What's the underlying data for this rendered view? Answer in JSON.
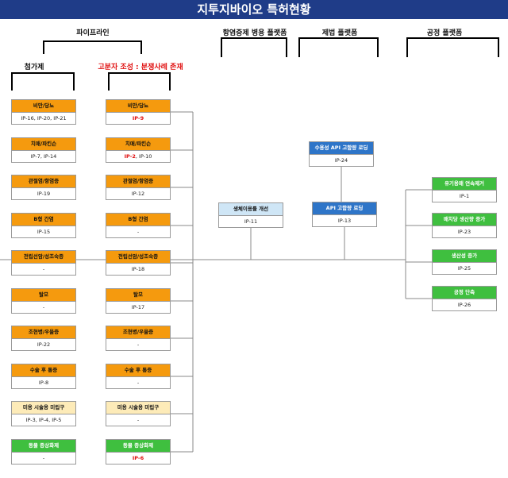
{
  "title": "지투지바이오 특허현황",
  "headers": {
    "pipeline": "파이프라인",
    "additive": "첨가제",
    "polymer": "고분자 조성 : 분쟁사례 존재",
    "antiinflam": "항염증제 병용 플랫폼",
    "formulation": "제법 플랫폼",
    "process": "공정 플랫폼"
  },
  "additive_nodes": [
    {
      "title": "비만/당뇨",
      "value": "IP-16, IP-20, IP-21",
      "color": "orange",
      "red": false
    },
    {
      "title": "치매/파킨슨",
      "value": "IP-7, IP-14",
      "color": "orange",
      "red": false
    },
    {
      "title": "관절염/항염증",
      "value": "IP-19",
      "color": "orange",
      "red": false
    },
    {
      "title": "B형 간염",
      "value": "IP-15",
      "color": "orange",
      "red": false
    },
    {
      "title": "전립선암/성조숙증",
      "value": "-",
      "color": "orange",
      "red": false
    },
    {
      "title": "탈모",
      "value": "-",
      "color": "orange",
      "red": false
    },
    {
      "title": "조현병/우울증",
      "value": "IP-22",
      "color": "orange",
      "red": false
    },
    {
      "title": "수술 후 통증",
      "value": "IP-8",
      "color": "orange",
      "red": false
    },
    {
      "title": "미용 시술용 미립구",
      "value": "IP-3, IP-4, IP-5",
      "color": "cream",
      "red": false
    },
    {
      "title": "동물 증상화제",
      "value": "-",
      "color": "green",
      "red": false
    }
  ],
  "polymer_nodes": [
    {
      "title": "비만/당뇨",
      "value": "IP-9",
      "color": "orange",
      "red": true
    },
    {
      "title": "치매/파킨슨",
      "value": "IP-2, IP-10",
      "color": "orange",
      "red": false,
      "red_part": "IP-2",
      "rest_part": ", IP-10"
    },
    {
      "title": "관절염/항염증",
      "value": "IP-12",
      "color": "orange",
      "red": false
    },
    {
      "title": "B형 간염",
      "value": "-",
      "color": "orange",
      "red": false
    },
    {
      "title": "전립선암/성조숙증",
      "value": "IP-18",
      "color": "orange",
      "red": false
    },
    {
      "title": "탈모",
      "value": "IP-17",
      "color": "orange",
      "red": false
    },
    {
      "title": "조현병/우울증",
      "value": "-",
      "color": "orange",
      "red": false
    },
    {
      "title": "수술 후 통증",
      "value": "-",
      "color": "orange",
      "red": false
    },
    {
      "title": "미용 시술용 미립구",
      "value": "-",
      "color": "cream",
      "red": false
    },
    {
      "title": "동물 증상화제",
      "value": "IP-6",
      "color": "green",
      "red": true
    }
  ],
  "antiinflam_node": {
    "title": "생체이용률 개선",
    "value": "IP-11",
    "color": "lightblue"
  },
  "formulation_nodes": [
    {
      "title": "수용성 API 고함량 로딩",
      "value": "IP-24",
      "color": "blue"
    },
    {
      "title": "API 고함량 로딩",
      "value": "IP-13",
      "color": "blue"
    }
  ],
  "process_nodes": [
    {
      "title": "유기용매 연속제거",
      "value": "IP-1",
      "color": "green"
    },
    {
      "title": "배치당 생산량 증가",
      "value": "IP-23",
      "color": "green"
    },
    {
      "title": "생산성 증가",
      "value": "IP-25",
      "color": "green"
    },
    {
      "title": "공정 단축",
      "value": "IP-26",
      "color": "green"
    }
  ],
  "colors": {
    "title_bar": "#1f3c88",
    "orange": "#f59a0e",
    "cream": "#fdebb8",
    "green": "#3fbf3f",
    "lightblue": "#cfe6f6",
    "blue": "#2e75c8",
    "red_text": "#e01010"
  }
}
